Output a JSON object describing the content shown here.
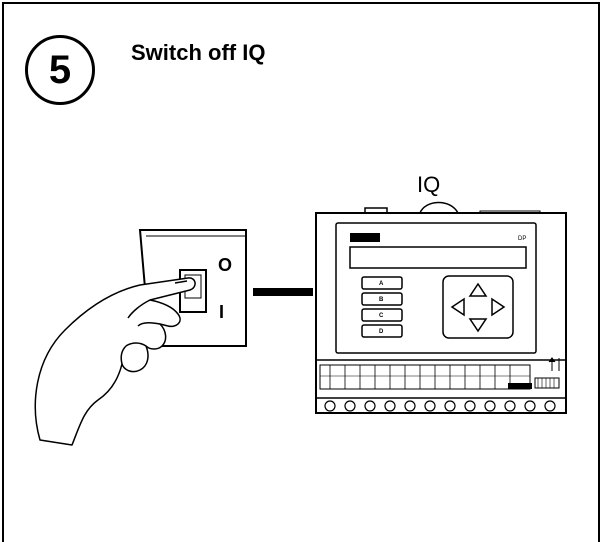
{
  "step": {
    "number": "5",
    "title": "Switch off IQ"
  },
  "device": {
    "label": "IQ",
    "display_tag": "DP"
  },
  "switch": {
    "on_label": "O",
    "off_label": "I"
  },
  "keypad": {
    "buttons": [
      "A",
      "B",
      "C",
      "D"
    ]
  }
}
